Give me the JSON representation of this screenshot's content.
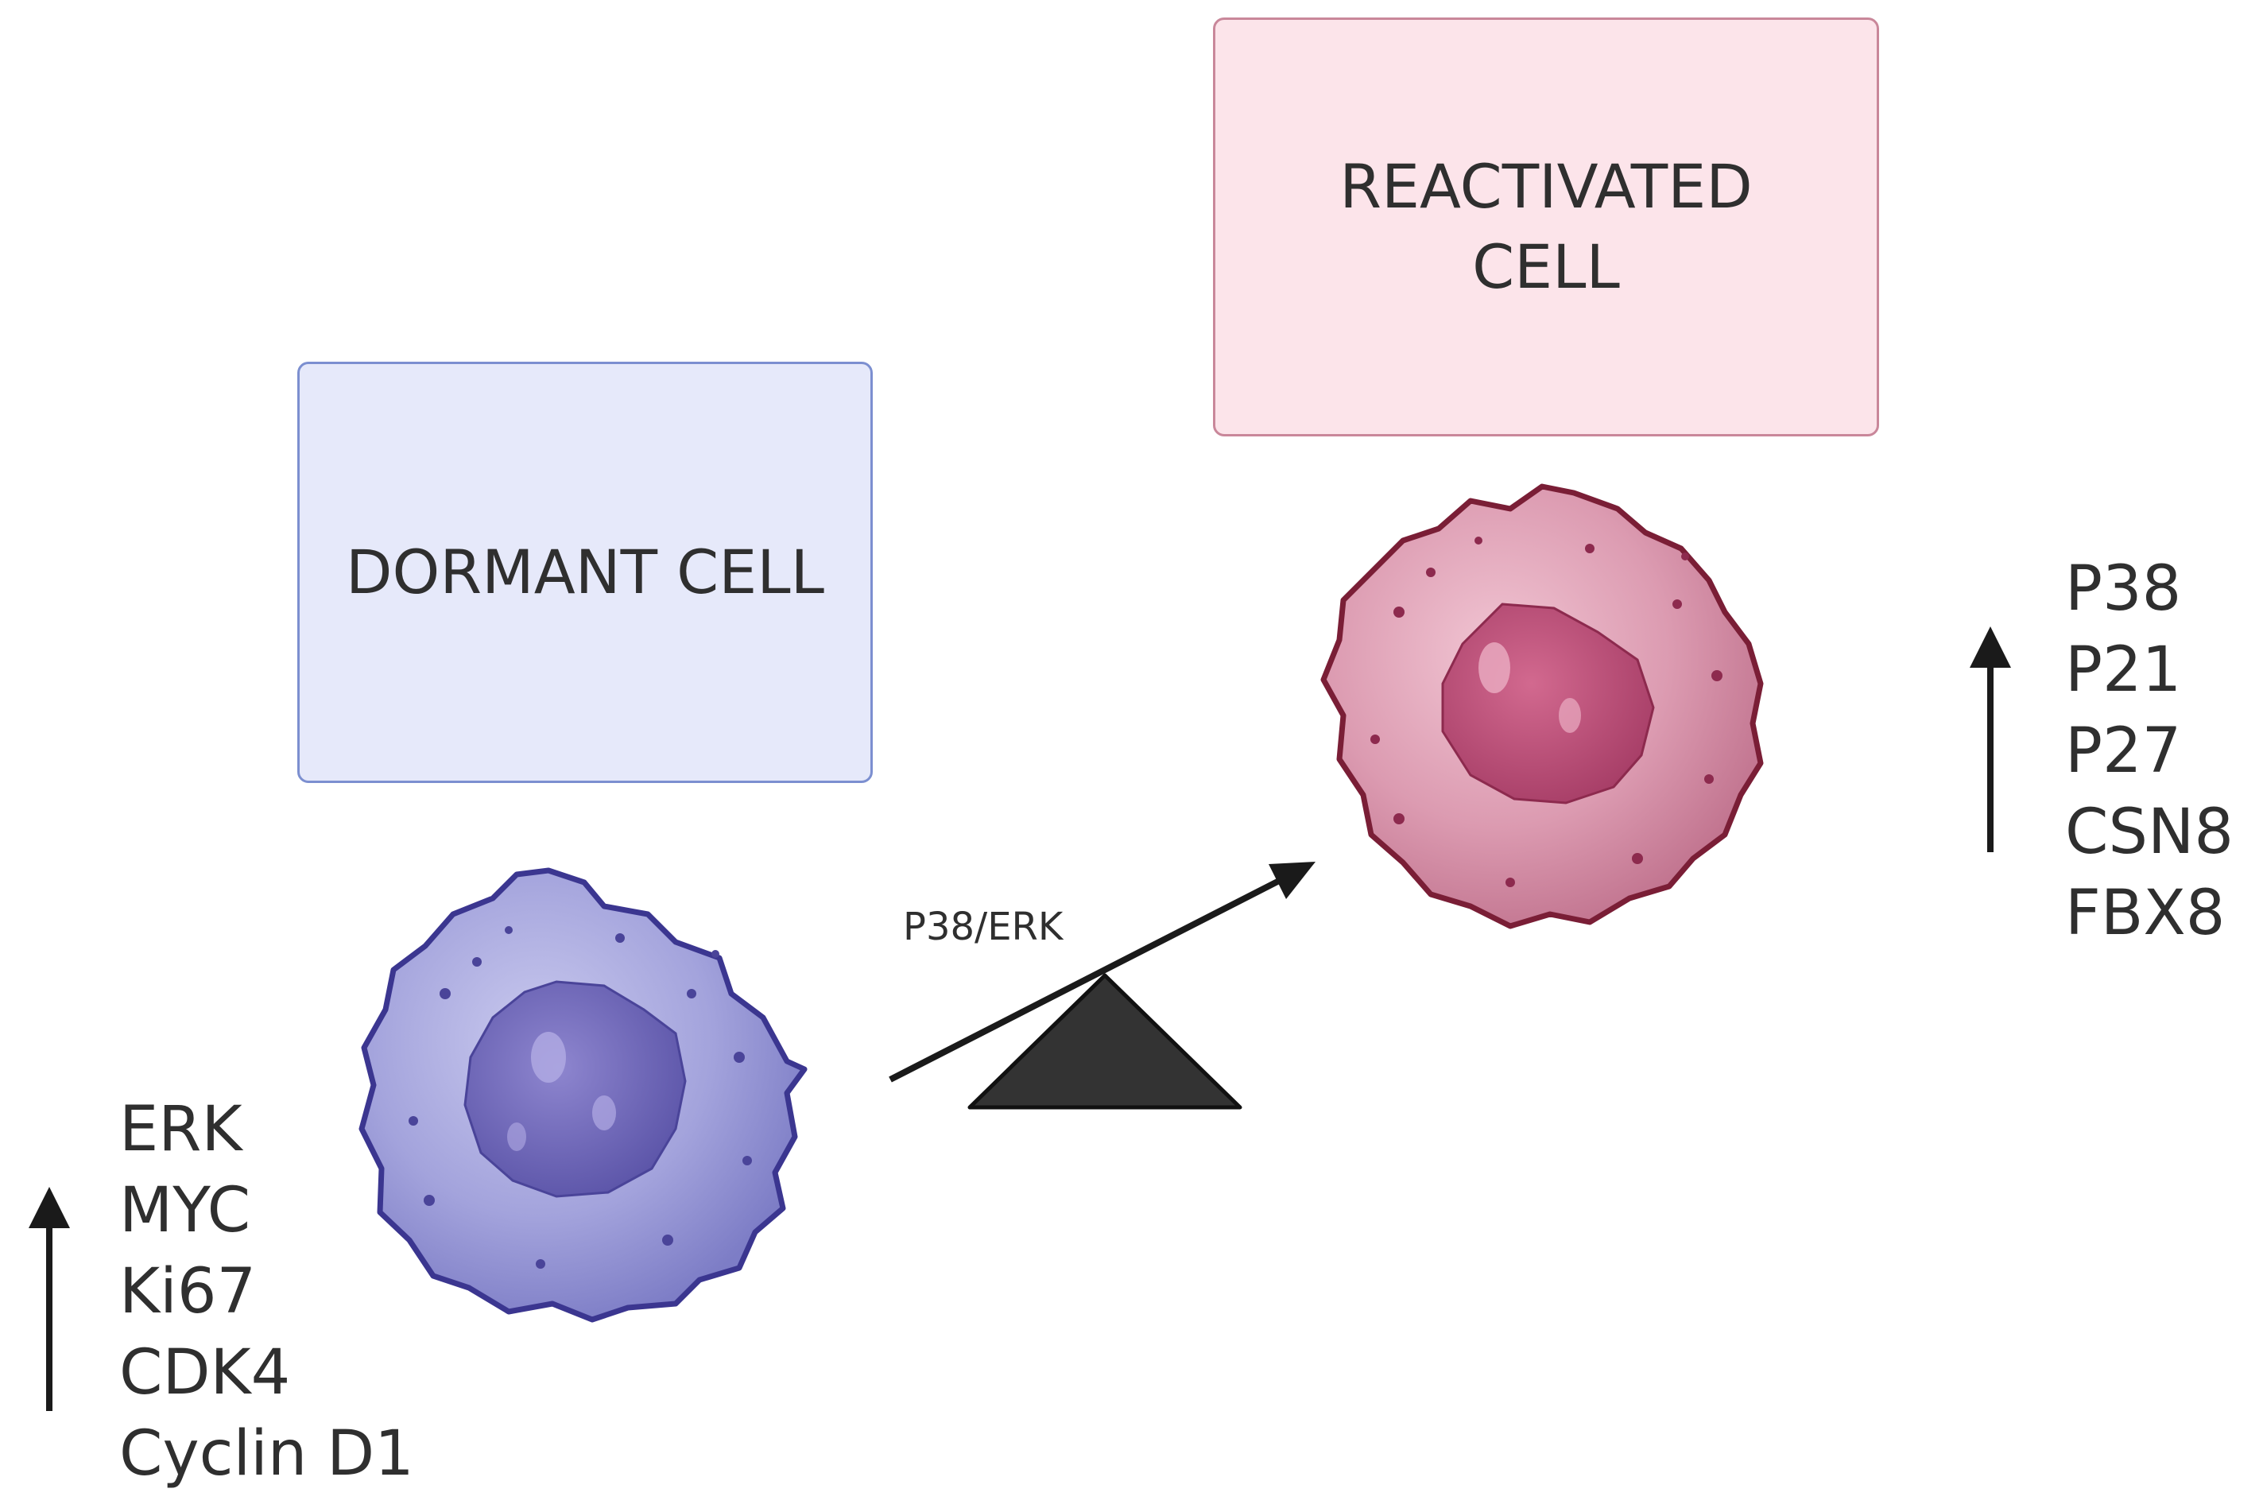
{
  "dormant": {
    "label": "DORMANT CELL",
    "markers": [
      "ERK",
      "MYC",
      "Ki67",
      "CDK4",
      "Cyclin D1"
    ],
    "box_color": "#e6e9fa",
    "cell_color": "#8f8fd1"
  },
  "reactivated": {
    "label": "REACTIVATED\nCELL",
    "markers": [
      "P38",
      "P21",
      "P27",
      "CSN8",
      "FBX8"
    ],
    "box_color": "#fce4ea",
    "cell_color": "#d88aa5"
  },
  "pathway": {
    "label": "P38/ERK"
  },
  "icons": {
    "dormant_cell": "dormant-cell-icon",
    "reactivated_cell": "reactivated-cell-icon",
    "up_arrow": "up-arrow-icon",
    "balance": "fulcrum-icon"
  }
}
